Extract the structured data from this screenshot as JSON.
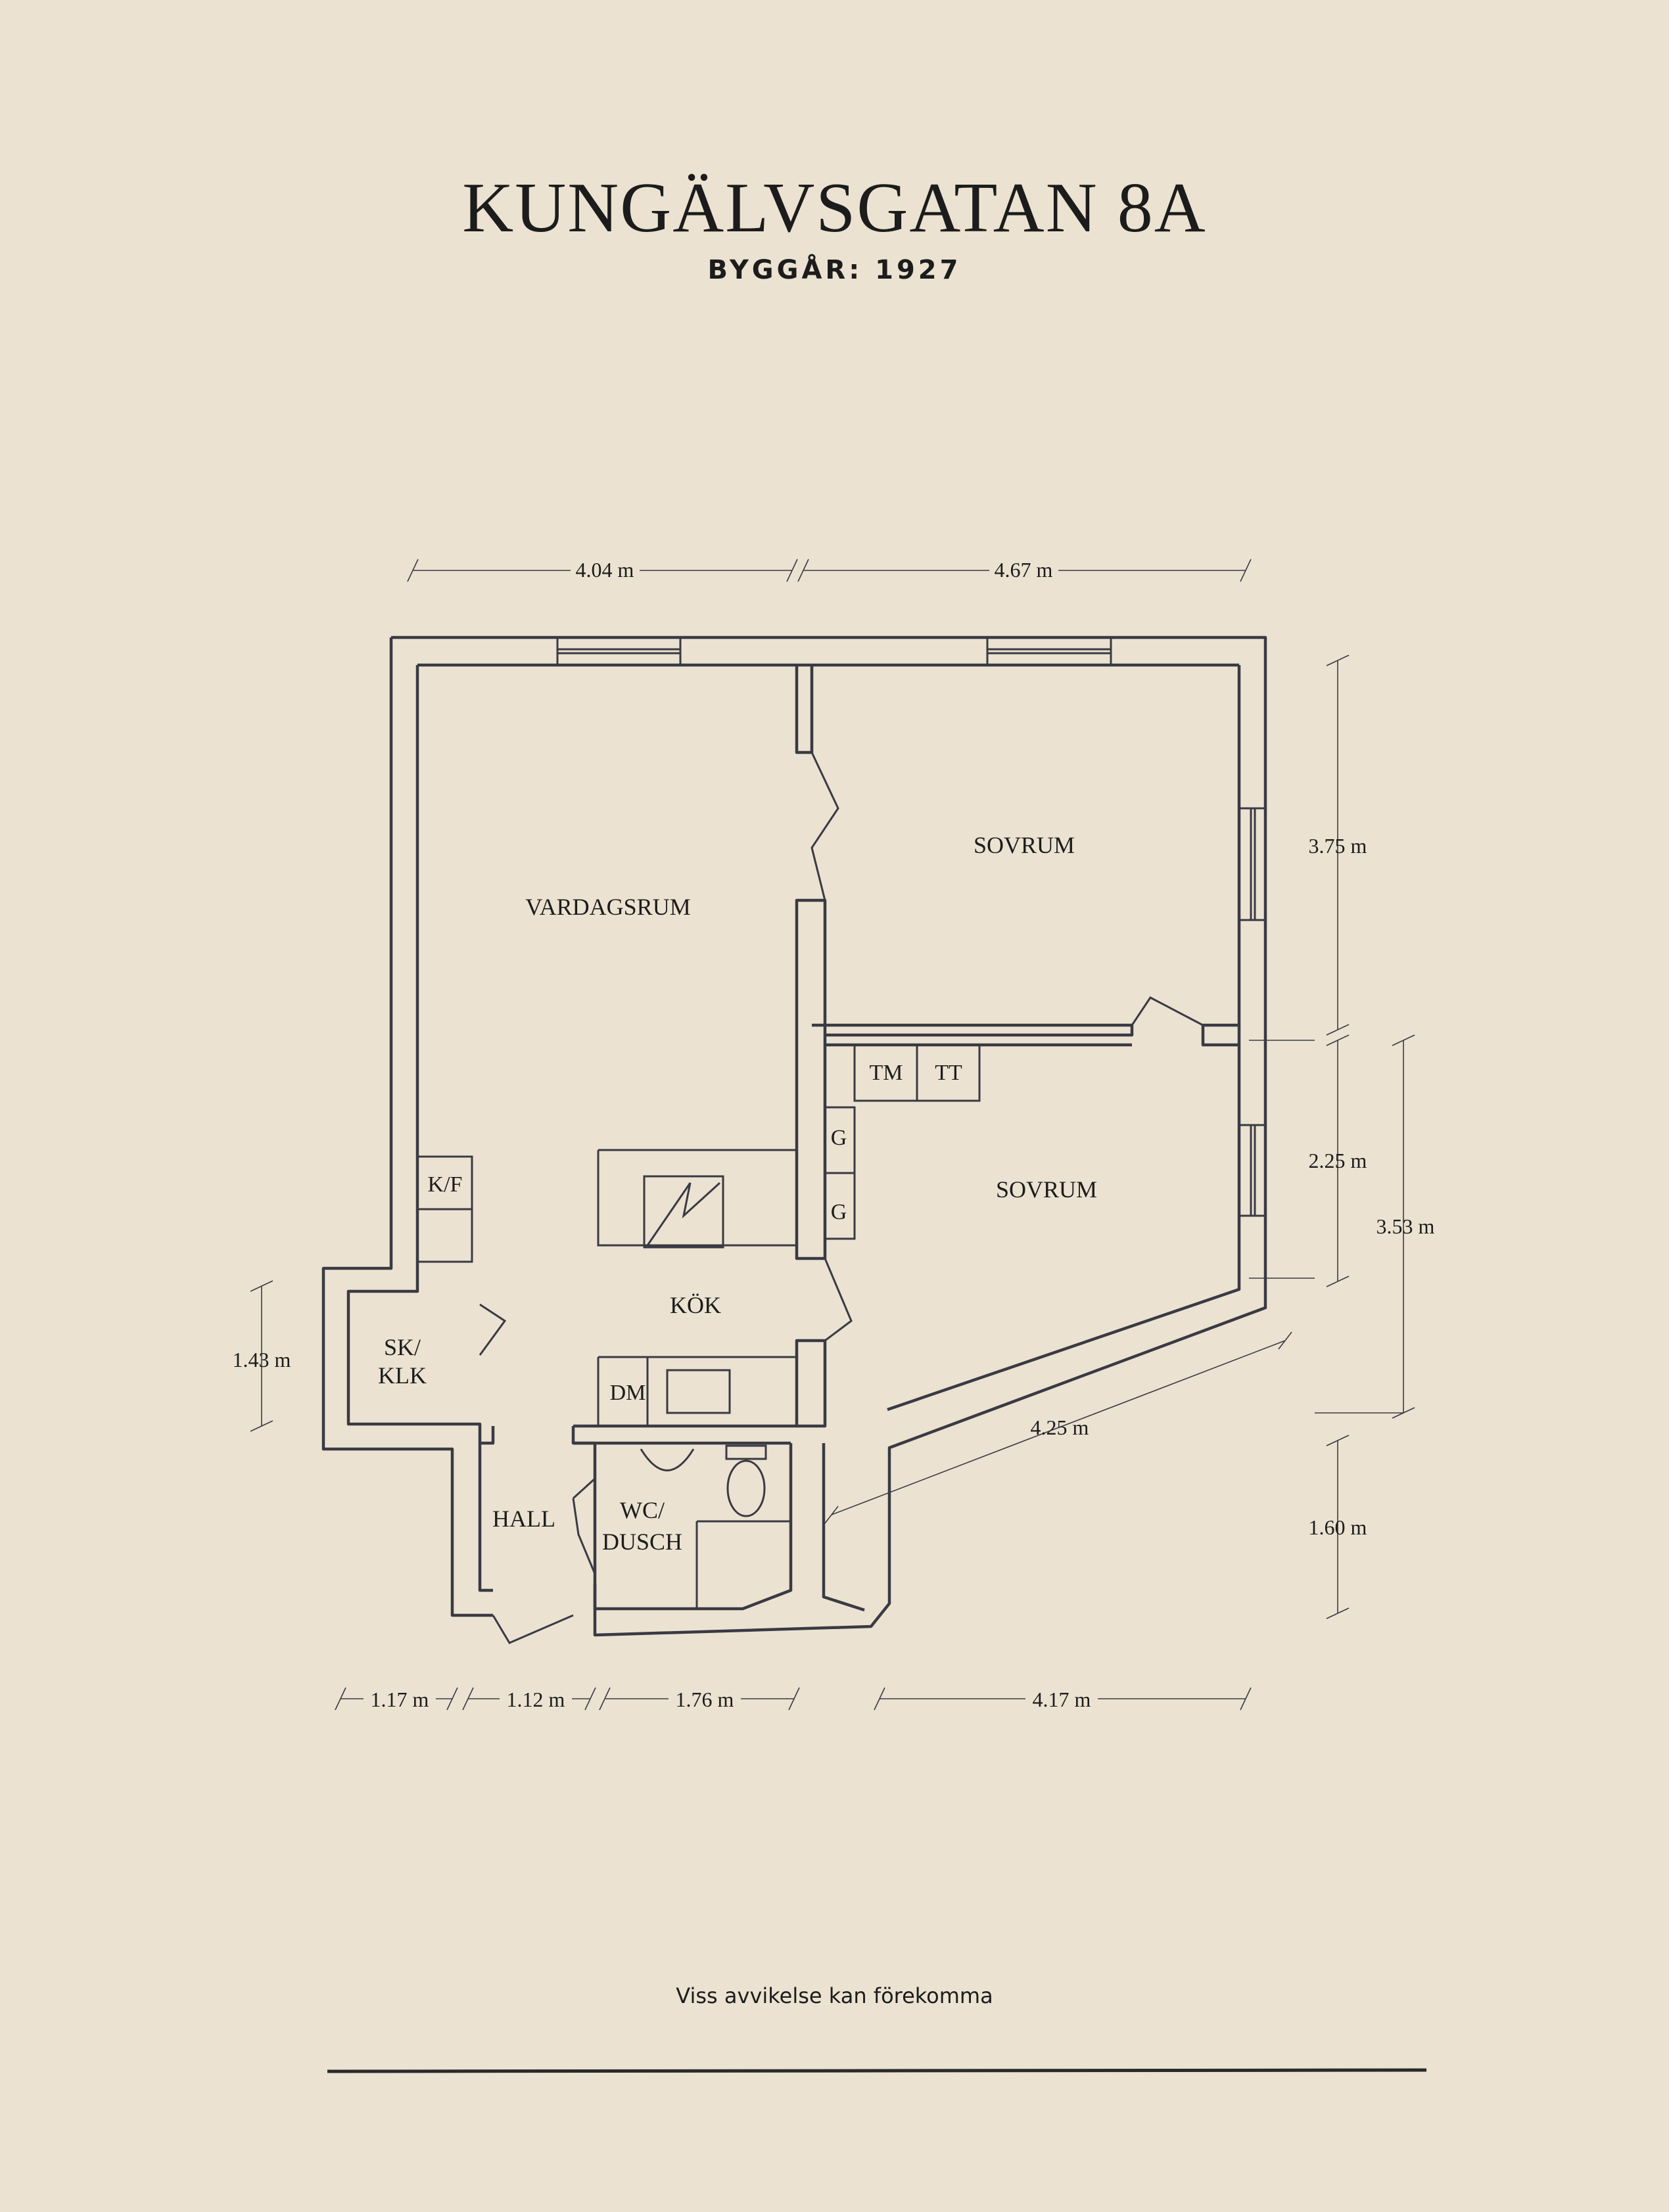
{
  "header": {
    "title": "KUNGÄLVSGATAN 8A",
    "subtitle": "BYGGÅR: 1927"
  },
  "rooms": {
    "living": "VARDAGSRUM",
    "bedroom1": "SOVRUM",
    "bedroom2": "SOVRUM",
    "kitchen": "KÖK",
    "hall": "HALL",
    "storage_line1": "SK/",
    "storage_line2": "KLK",
    "bath_line1": "WC/",
    "bath_line2": "DUSCH"
  },
  "fixtures": {
    "fridge_freezer": "K/F",
    "washer": "TM",
    "dryer": "TT",
    "wardrobe1": "G",
    "wardrobe2": "G",
    "dishwasher": "DM"
  },
  "dimensions": {
    "top_left": "4.04 m",
    "top_right": "4.67 m",
    "right_upper": "3.75 m",
    "right_mid": "2.25 m",
    "right_total": "3.53 m",
    "right_lower": "1.60 m",
    "left": "1.43 m",
    "diagonal": "4.25 m",
    "bottom_1": "1.17 m",
    "bottom_2": "1.12 m",
    "bottom_3": "1.76 m",
    "bottom_4": "4.17 m"
  },
  "footer": {
    "disclaimer": "Viss avvikelse kan förekomma"
  }
}
